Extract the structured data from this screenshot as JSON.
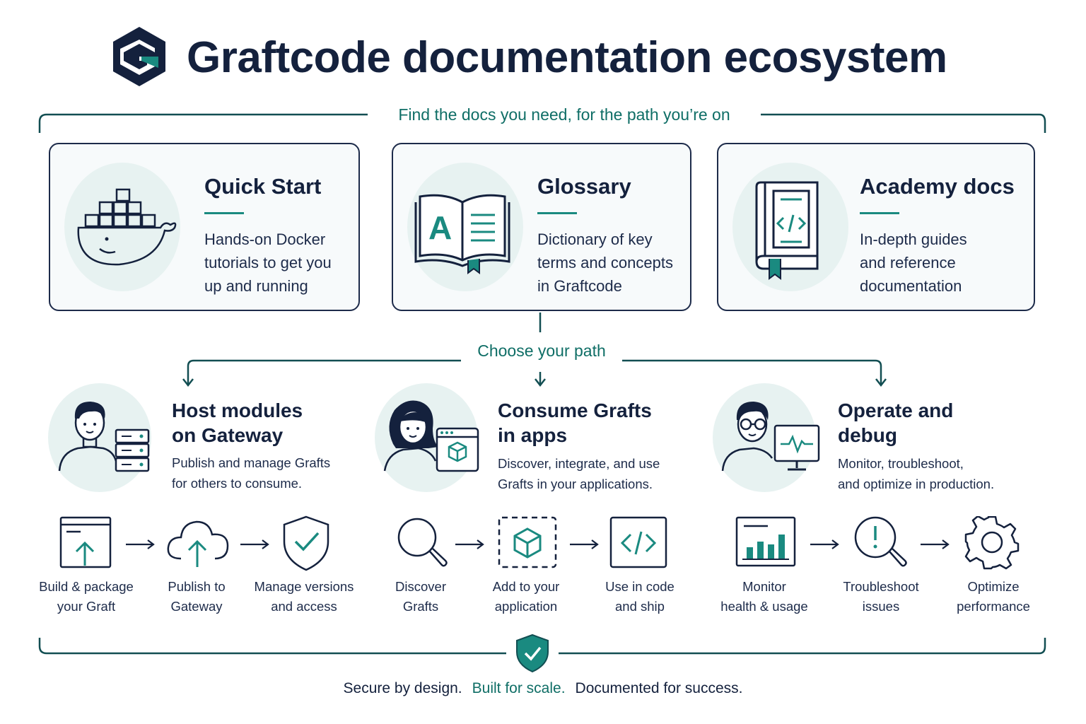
{
  "header": {
    "title": "Graftcode documentation ecosystem",
    "subtitle": "Find the docs you need, for the path you’re on"
  },
  "cards": [
    {
      "title": "Quick Start",
      "desc": [
        "Hands-on Docker",
        "tutorials to get you",
        "up and running"
      ],
      "icon": "docker-whale-icon"
    },
    {
      "title": "Glossary",
      "desc": [
        "Dictionary of key",
        "terms and concepts",
        "in Graftcode"
      ],
      "icon": "open-book-icon"
    },
    {
      "title": "Academy docs",
      "desc": [
        "In-depth guides",
        "and reference",
        "documentation"
      ],
      "icon": "code-book-icon"
    }
  ],
  "paths": {
    "heading": "Choose your path",
    "items": [
      {
        "title": [
          "Host modules",
          "on Gateway"
        ],
        "desc": [
          "Publish and manage Grafts",
          "for others to consume."
        ],
        "steps": [
          {
            "label": [
              "Build & package",
              "your Graft"
            ],
            "icon": "upload-window-icon"
          },
          {
            "label": [
              "Publish to",
              "Gateway"
            ],
            "icon": "cloud-upload-icon"
          },
          {
            "label": [
              "Manage versions",
              "and access"
            ],
            "icon": "shield-check-icon"
          }
        ]
      },
      {
        "title": [
          "Consume Grafts",
          "in apps"
        ],
        "desc": [
          "Discover, integrate, and use",
          "Grafts in your applications."
        ],
        "steps": [
          {
            "label": [
              "Discover",
              "Grafts"
            ],
            "icon": "search-icon"
          },
          {
            "label": [
              "Add to your",
              "application"
            ],
            "icon": "package-icon"
          },
          {
            "label": [
              "Use in code",
              "and ship"
            ],
            "icon": "code-icon"
          }
        ]
      },
      {
        "title": [
          "Operate and",
          "debug"
        ],
        "desc": [
          "Monitor, troubleshoot,",
          "and optimize in production."
        ],
        "steps": [
          {
            "label": [
              "Monitor",
              "health & usage"
            ],
            "icon": "bar-chart-icon"
          },
          {
            "label": [
              "Troubleshoot",
              "issues"
            ],
            "icon": "alert-search-icon"
          },
          {
            "label": [
              "Optimize",
              "performance"
            ],
            "icon": "gear-icon"
          }
        ]
      }
    ]
  },
  "footer": {
    "tagline": [
      "Secure by design.",
      "Built for scale.",
      "Documented for success."
    ]
  },
  "colors": {
    "navy": "#14213d",
    "teal": "#0f6e66",
    "teal_light": "#e7f2f1",
    "accent": "#1a8a80"
  }
}
